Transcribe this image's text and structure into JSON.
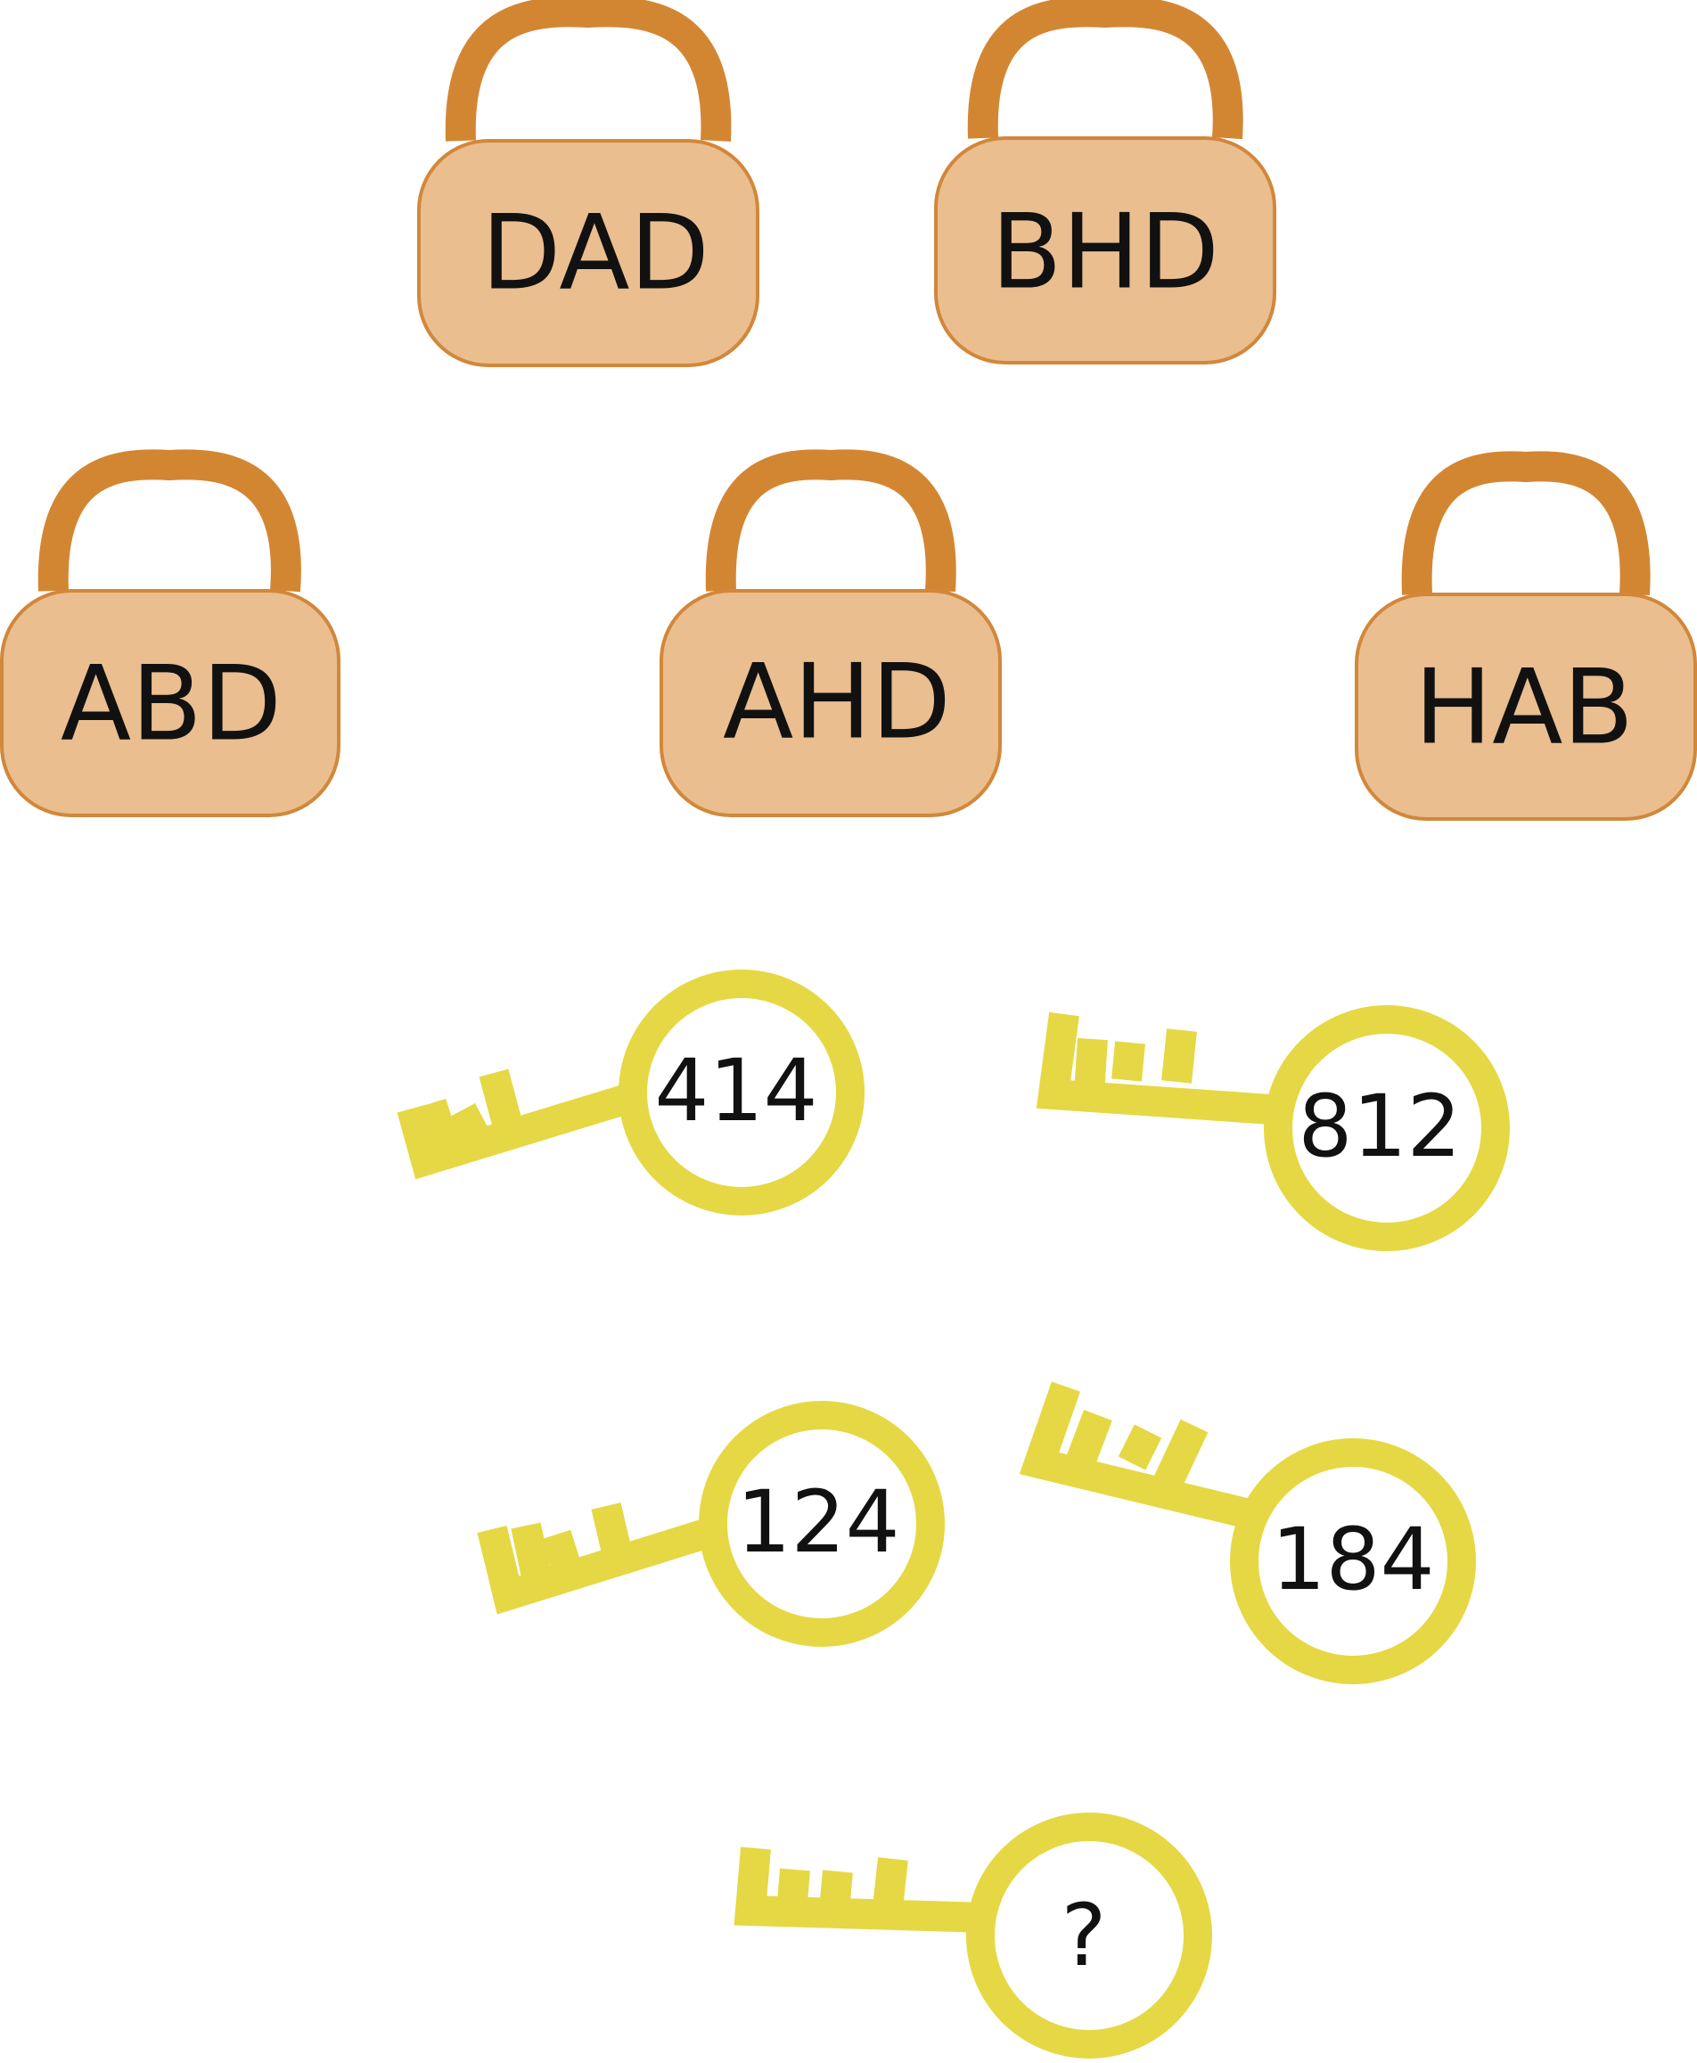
{
  "colors": {
    "lock_body": "#EABE8F",
    "lock_border": "#D2873A",
    "shackle": "#D38632",
    "key": "#E5D844",
    "text": "#111111"
  },
  "locks": [
    {
      "label": "DAD"
    },
    {
      "label": "BHD"
    },
    {
      "label": "ABD"
    },
    {
      "label": "AHD"
    },
    {
      "label": "HAB"
    }
  ],
  "keys": [
    {
      "label": "414"
    },
    {
      "label": "812"
    },
    {
      "label": "124"
    },
    {
      "label": "184"
    },
    {
      "label": "?"
    }
  ]
}
